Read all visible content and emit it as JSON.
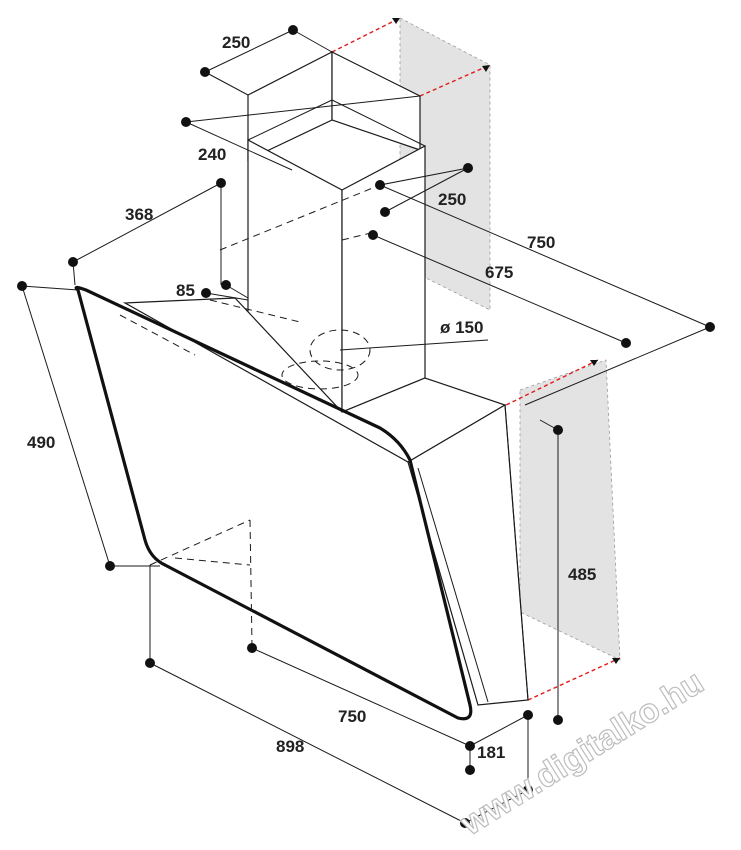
{
  "diagram": {
    "dimensions": {
      "chimney_width_top": "250",
      "chimney_depth": "240",
      "chimney_depth_lower": "250",
      "chimney_offset": "368",
      "bracket_distance": "750",
      "bracket_distance_inner": "675",
      "bracket_offset": "85",
      "duct_diameter": "ø 150",
      "glass_height": "490",
      "wall_height": "485",
      "hood_width_inner": "750",
      "hood_width": "898",
      "hood_depth_bottom": "181"
    },
    "watermark": "www.digitalko.hu"
  }
}
